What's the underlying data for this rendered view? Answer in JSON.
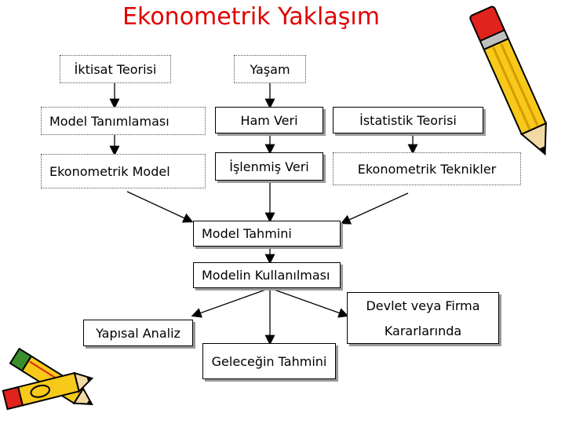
{
  "title": "Ekonometrik Yaklaşım",
  "nodes": {
    "iktisat": "İktisat Teorisi",
    "yasam": "Yaşam",
    "model_tanim": "Model Tanımlaması",
    "ham_veri": "Ham Veri",
    "istatistik": "İstatistik Teorisi",
    "eko_model": "Ekonometrik Model",
    "islenmis": "İşlenmiş Veri",
    "eko_teknik": "Ekonometrik Teknikler",
    "tahmin": "Model Tahmini",
    "kullanim": "Modelin Kullanılması",
    "devlet_1": "Devlet veya Firma",
    "devlet_2": "Kararlarında",
    "yapisal": "Yapısal Analiz",
    "gelecek": "Geleceğin Tahmini"
  },
  "colors": {
    "title": "#e00000",
    "pencil_body": "#f7c91a",
    "pencil_accent": "#e0231c"
  },
  "icons": [
    "pencil-icon",
    "pencils-icon"
  ]
}
